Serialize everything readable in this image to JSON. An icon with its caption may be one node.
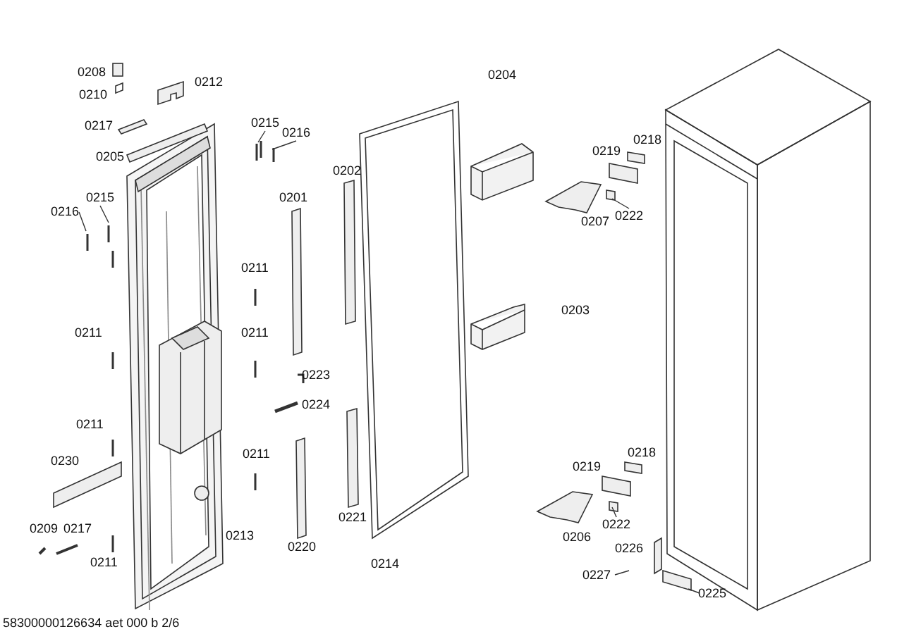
{
  "diagram": {
    "caption": "58300000126634 aet 000 b 2/6",
    "nodes": [
      {
        "text": [
          "0215"
        ]
      },
      {
        "text": [
          "0216"
        ]
      },
      {
        "text": [
          "0215"
        ]
      },
      {
        "text": [
          "0216"
        ]
      },
      {
        "text": [
          "0222"
        ]
      },
      {
        "text": [
          "0222"
        ]
      }
    ],
    "edges": [
      {
        "from": 0,
        "to": null,
        "arrow": "none"
      },
      {
        "from": 1,
        "to": null,
        "arrow": "none"
      },
      {
        "from": 2,
        "to": null,
        "arrow": "none"
      },
      {
        "from": 3,
        "to": null,
        "arrow": "none"
      },
      {
        "from": 4,
        "to": null,
        "arrow": "none"
      },
      {
        "from": 5,
        "to": null,
        "arrow": "none"
      }
    ],
    "labels": [
      "0208",
      "0204",
      "0212",
      "0210",
      "0217",
      "0218",
      "0205",
      "0219",
      "0202",
      "0201",
      "0207",
      "0211",
      "0203",
      "0211",
      "0211",
      "0223",
      "0224",
      "0211",
      "0211",
      "0218",
      "0230",
      "0219",
      "0221",
      "0209",
      "0217",
      "0213",
      "0206",
      "0220",
      "0226",
      "0211",
      "0214",
      "0227",
      "0225"
    ]
  }
}
